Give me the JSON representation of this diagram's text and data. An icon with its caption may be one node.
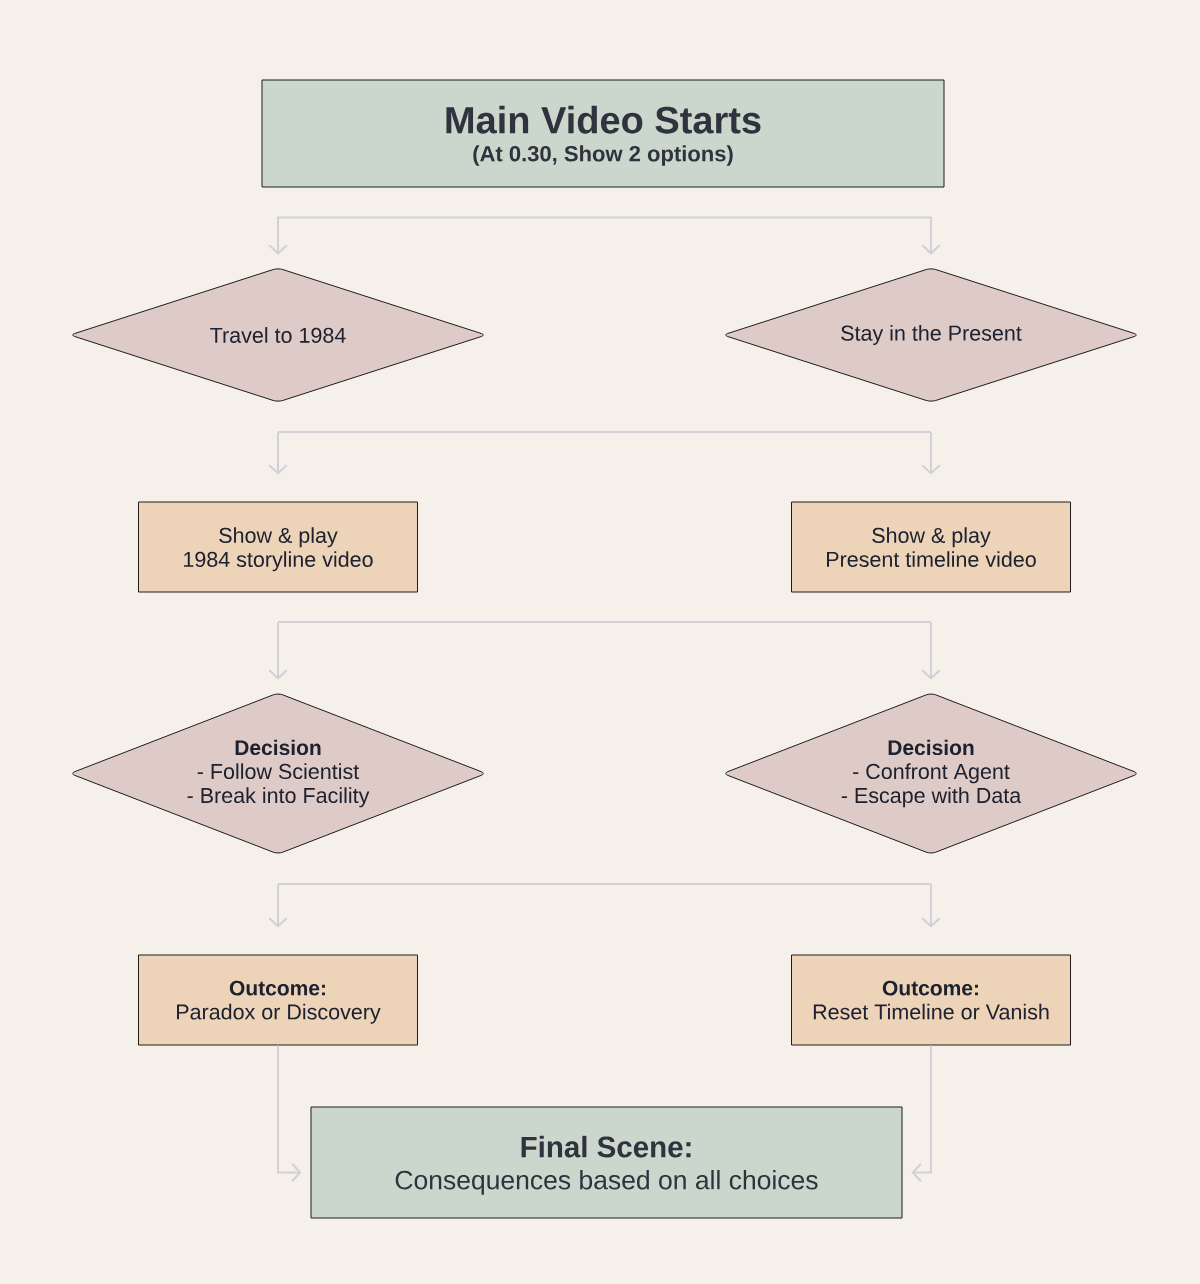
{
  "diagram": {
    "nodes": [
      {
        "text": [
          "Main Video Starts",
          "(At 0.30, Show 2 options)"
        ]
      },
      {
        "text": [
          "Travel to 1984"
        ]
      },
      {
        "text": [
          "Stay in the Present"
        ]
      },
      {
        "text": [
          "Show & play",
          "1984 storyline video"
        ]
      },
      {
        "text": [
          "Show & play",
          "Present timeline video"
        ]
      },
      {
        "text": [
          "Decision",
          "- Follow Scientist",
          "- Break into Facility"
        ]
      },
      {
        "text": [
          "Decision",
          "- Confront Agent",
          "- Escape with Data"
        ]
      },
      {
        "text": [
          "Outcome:",
          "Paradox or Discovery"
        ]
      },
      {
        "text": [
          "Outcome:",
          "Reset Timeline or Vanish"
        ]
      },
      {
        "text": [
          "Final Scene:",
          "Consequences based on all choices"
        ]
      }
    ],
    "edges": [
      {
        "from": 0,
        "to": 1,
        "arrow": "to"
      },
      {
        "from": 0,
        "to": 2,
        "arrow": "to"
      },
      {
        "from": 1,
        "to": 3,
        "arrow": "to"
      },
      {
        "from": 2,
        "to": 4,
        "arrow": "to"
      },
      {
        "from": 3,
        "to": 5,
        "arrow": "to"
      },
      {
        "from": 4,
        "to": 6,
        "arrow": "to"
      },
      {
        "from": 5,
        "to": 7,
        "arrow": "to"
      },
      {
        "from": 6,
        "to": 8,
        "arrow": "to"
      },
      {
        "from": 7,
        "to": 9,
        "arrow": "to"
      },
      {
        "from": 8,
        "to": 9,
        "arrow": "to"
      }
    ]
  }
}
